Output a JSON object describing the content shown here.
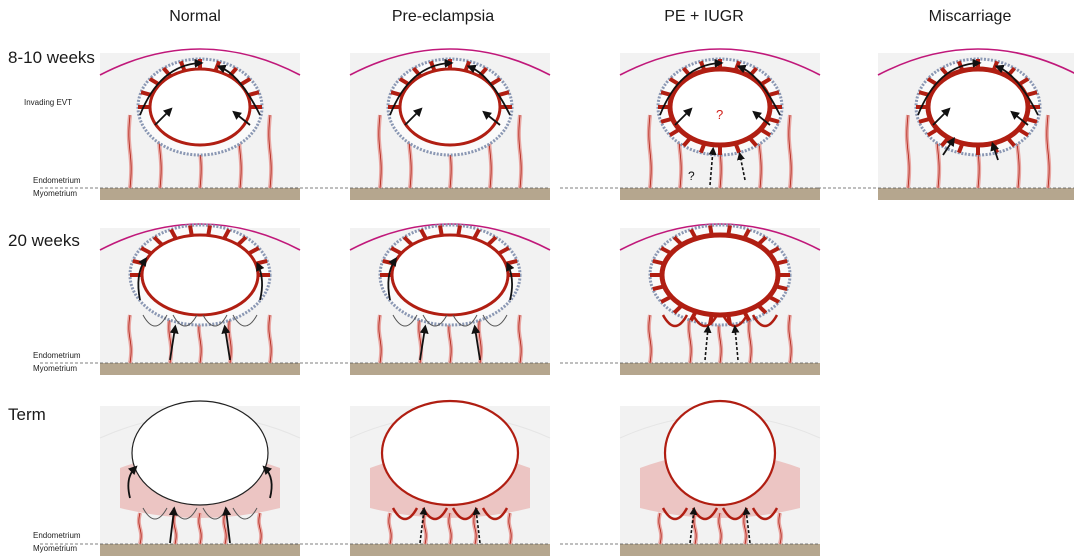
{
  "columns": [
    "Normal",
    "Pre-eclampsia",
    "PE + IUGR",
    "Miscarriage"
  ],
  "rows": [
    "8-10 weeks",
    "20 weeks",
    "Term"
  ],
  "labels": {
    "invading_evt": "Invading EVT",
    "endometrium": "Endometrium",
    "myometrium": "Myometrium",
    "question": "?"
  },
  "colors": {
    "villi_red": "#b01e12",
    "vessel_pink": "#e8a7a3",
    "decidua_bg": "#f2f2f2",
    "myometrium": "#b5a68e",
    "uterus_line": "#c0187a",
    "arrow": "#111111"
  }
}
